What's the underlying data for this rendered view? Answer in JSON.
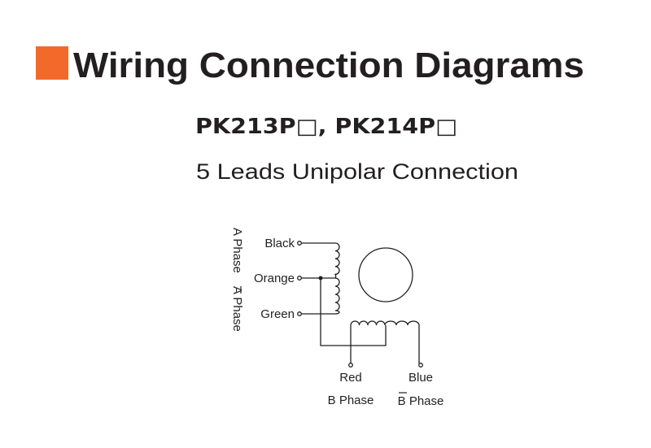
{
  "header": {
    "title": "Wiring Connection Diagrams",
    "accent_color": "#f26a2a"
  },
  "models": "PK213P□, PK214P□",
  "connection_type": "5 Leads Unipolar Connection",
  "diagram": {
    "leads": {
      "black": "Black",
      "orange": "Orange",
      "green": "Green",
      "red": "Red",
      "blue": "Blue"
    },
    "phases": {
      "a": "A Phase",
      "a_bar": "A Phase",
      "b": "B Phase",
      "b_bar": "B Phase"
    }
  }
}
